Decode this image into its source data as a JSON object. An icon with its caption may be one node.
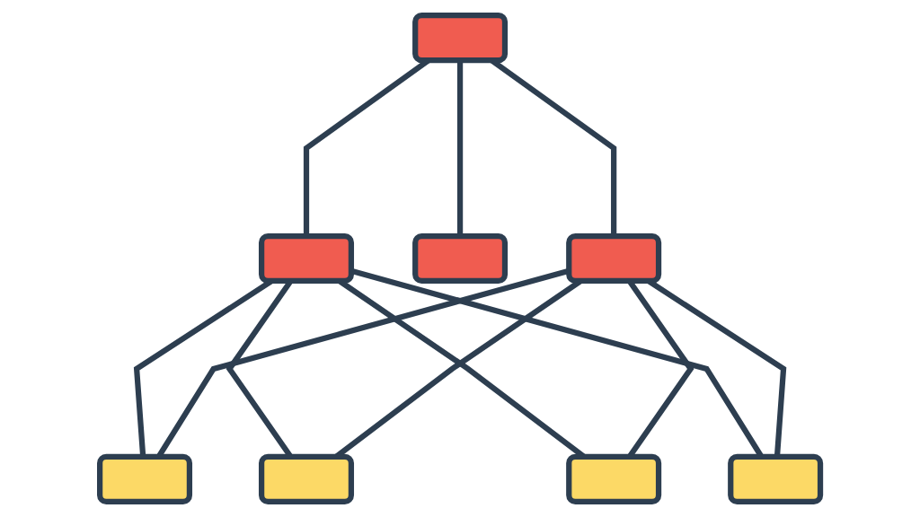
{
  "diagram": {
    "nodes": [
      {
        "text": [],
        "shape": "box"
      },
      {
        "text": [],
        "shape": "box"
      },
      {
        "text": [],
        "shape": "box"
      },
      {
        "text": [],
        "shape": "box"
      },
      {
        "text": [],
        "shape": "box"
      },
      {
        "text": [],
        "shape": "box"
      },
      {
        "text": [],
        "shape": "box"
      },
      {
        "text": [],
        "shape": "box"
      }
    ],
    "edges": [
      {
        "from": 0,
        "to": 1,
        "arrow": "none"
      },
      {
        "from": 0,
        "to": 2,
        "arrow": "none"
      },
      {
        "from": 0,
        "to": 3,
        "arrow": "none"
      },
      {
        "from": 1,
        "to": 4,
        "arrow": "none"
      },
      {
        "from": 1,
        "to": 5,
        "arrow": "none"
      },
      {
        "from": 1,
        "to": 6,
        "arrow": "none"
      },
      {
        "from": 1,
        "to": 7,
        "arrow": "none"
      },
      {
        "from": 3,
        "to": 4,
        "arrow": "none"
      },
      {
        "from": 3,
        "to": 5,
        "arrow": "none"
      },
      {
        "from": 3,
        "to": 6,
        "arrow": "none"
      },
      {
        "from": 3,
        "to": 7,
        "arrow": "none"
      }
    ]
  }
}
